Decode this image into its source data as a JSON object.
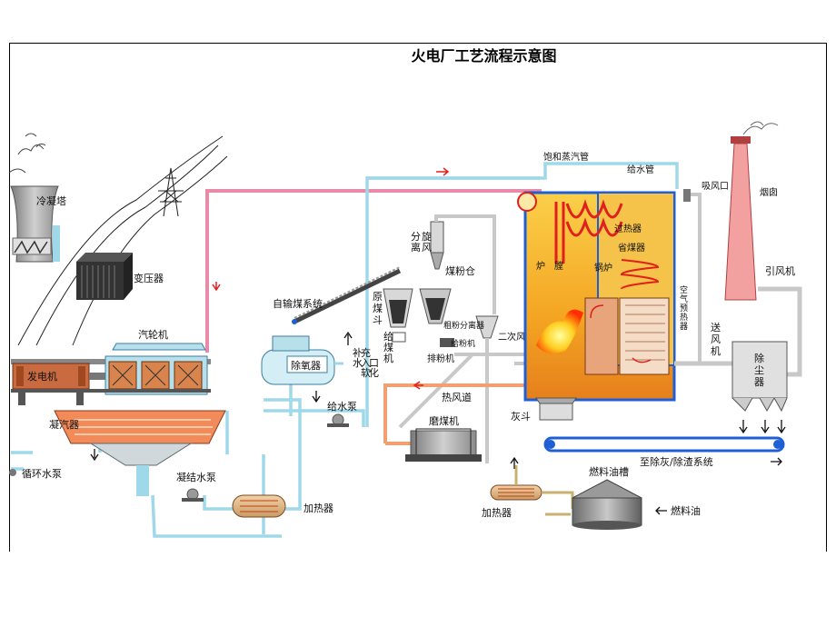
{
  "title": "火电厂工艺流程示意图",
  "labels": {
    "cooling_tower": "冷凝塔",
    "transformer": "变压器",
    "turbine": "汽轮机",
    "generator": "发电机",
    "condenser": "凝汽器",
    "circ_pump": "循环水泵",
    "condensate_pump": "凝结水泵",
    "heater_low": "加热器",
    "deaerator": "除氧器",
    "makeup_water": [
      "补",
      "水",
      "充",
      "入",
      "软",
      "口",
      "化"
    ],
    "feed_pump": "给水泵",
    "coal_conveyor": "自输煤系统",
    "raw_coal_hopper": [
      "原",
      "煤",
      "斗"
    ],
    "coal_feeder": [
      "给",
      "煤",
      "机"
    ],
    "cyclone": [
      "分",
      "旋",
      "离",
      "风"
    ],
    "pulverized_bin": "煤粉仓",
    "coarse_separator": "粗粉分离器",
    "powder_feeder": "给粉机",
    "powder_exhaust": "排粉机",
    "secondary_air": "二次风",
    "hot_air_duct": "热风道",
    "mill": "磨煤机",
    "ash_hopper": "灰斗",
    "sat_steam_pipe": "饱和蒸汽管",
    "feedwater_pipe": "给水管",
    "superheater": "过热器",
    "economizer": "省煤器",
    "furnace": [
      "炉",
      "膛"
    ],
    "boiler": "锅炉",
    "air_preheater": [
      "空",
      "气",
      "预",
      "热",
      "器"
    ],
    "fd_fan": [
      "送",
      "风",
      "机"
    ],
    "air_intake": "吸风口",
    "chimney": "烟囱",
    "id_fan": "引风机",
    "dust_collector": [
      "除",
      "尘",
      "器"
    ],
    "ash_removal": "至除灰/除渣系统",
    "fuel_tank": "燃料油槽",
    "heater_fuel": "加热器",
    "fuel_oil": "燃料油"
  },
  "colors": {
    "steam_line": "#e88aa8",
    "water_line": "#9fd8e8",
    "boiler_fill": "#f6b020",
    "chimney": "#f3a0a0"
  }
}
